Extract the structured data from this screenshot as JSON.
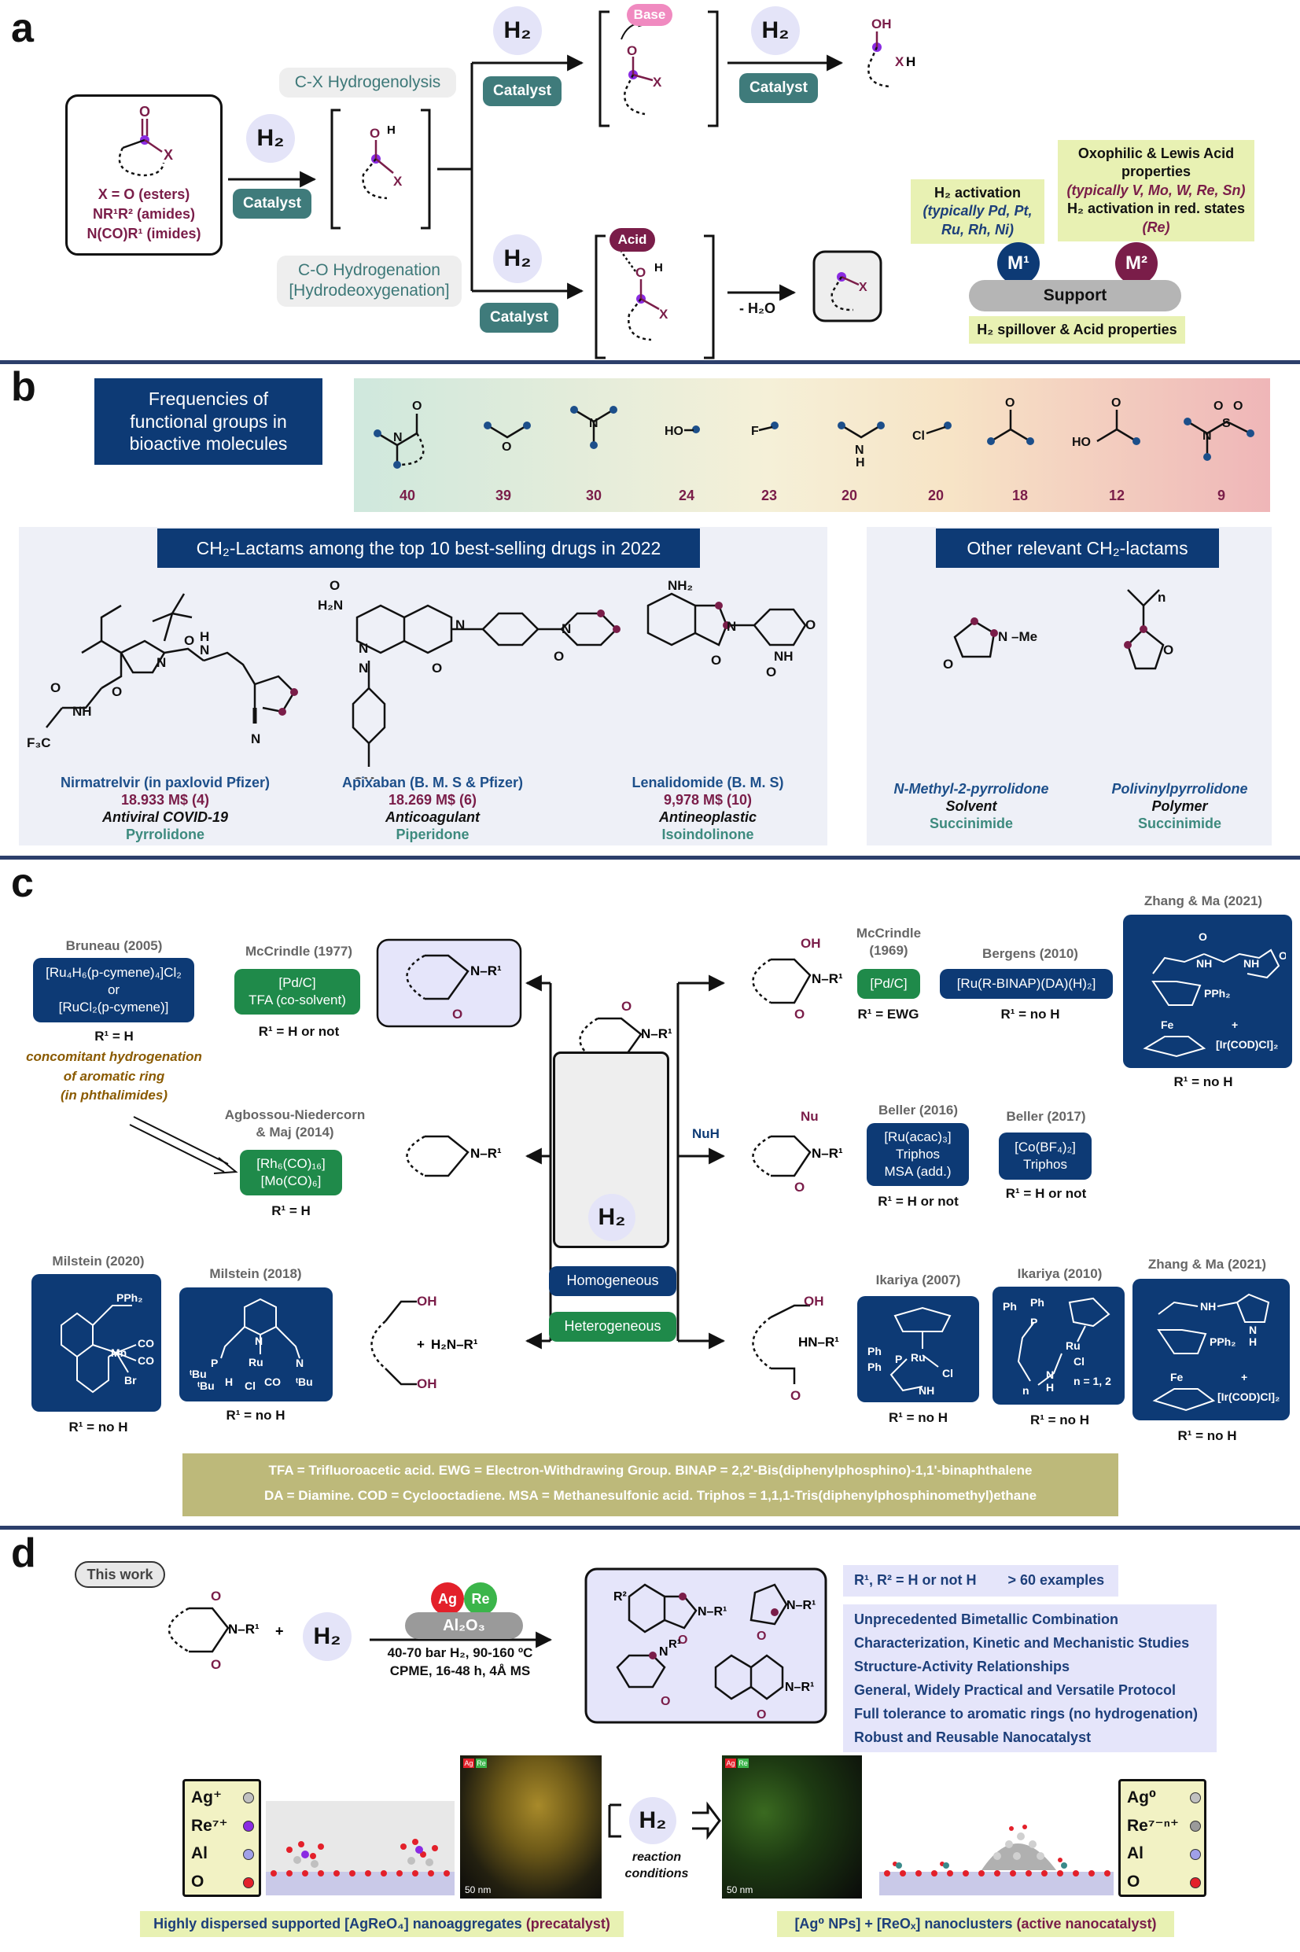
{
  "panel_a": {
    "letter": "a",
    "substrate": {
      "x_eq": "X = O (esters)",
      "amide": "NR¹R² (amides)",
      "imide": "N(CO)R¹ (imides)"
    },
    "h2": "H₂",
    "catalyst": "Catalyst",
    "cx_label": "C-X Hydrogenolysis",
    "co_label": "C-O Hydrogenation\n[Hydrodeoxygenation]",
    "base": "Base",
    "acid": "Acid",
    "minus_water": "- H₂O",
    "h2_activation": "H₂ activation",
    "h2_activation_metals": "(typically Pd, Pt, Ru, Rh, Ni)",
    "oxophilic": "Oxophilic & Lewis Acid properties",
    "oxophilic_metals": "(typically V, Mo, W, Re, Sn)",
    "h2_red_states": "H₂ activation in red. states",
    "re": "(Re)",
    "m1": "M¹",
    "m2": "M²",
    "support": "Support",
    "spillover": "H₂ spillover & Acid properties"
  },
  "panel_b": {
    "letter": "b",
    "freq_title": "Frequencies of functional groups in bioactive molecules",
    "frequencies": [
      "40",
      "39",
      "30",
      "24",
      "23",
      "20",
      "20",
      "18",
      "12",
      "9"
    ],
    "top10_title": "CH₂-Lactams among the top 10 best-selling drugs in 2022",
    "other_title": "Other relevant CH₂-lactams",
    "drugs": [
      {
        "name": "Nirmatrelvir (in paxlovid Pfizer)",
        "sales": "18.933 M$ (4)",
        "use": "Antiviral COVID-19",
        "class": "Pyrrolidone"
      },
      {
        "name": "Apixaban (B. M. S & Pfizer)",
        "sales": "18.269 M$ (6)",
        "use": "Anticoagulant",
        "class": "Piperidone"
      },
      {
        "name": "Lenalidomide (B. M. S)",
        "sales": "9,978 M$ (10)",
        "use": "Antineoplastic",
        "class": "Isoindolinone"
      }
    ],
    "others": [
      {
        "name": "N-Methyl-2-pyrrolidone",
        "use": "Solvent",
        "class": "Succinimide"
      },
      {
        "name": "Polivinylpyrrolidone",
        "use": "Polymer",
        "class": "Succinimide"
      }
    ]
  },
  "panel_c": {
    "letter": "c",
    "entries": {
      "bruneau": {
        "author": "Bruneau (2005)",
        "cat": "[Ru₄H₆(p-cymene)₄]Cl₂\nor\n[RuCl₂(p-cymene)]",
        "r": "R¹ = H",
        "note": "concomitant hydrogenation\nof aromatic ring\n(in phthalimides)"
      },
      "mccrindle77": {
        "author": "McCrindle (1977)",
        "cat": "[Pd/C]\nTFA (co-solvent)",
        "r": "R¹ = H or not"
      },
      "agbossou": {
        "author": "Agbossou-Niedercorn\n& Maj (2014)",
        "cat": "[Rh₆(CO)₁₆]\n[Mo(CO)₆]",
        "r": "R¹ = H"
      },
      "milstein2020": {
        "author": "Milstein (2020)",
        "r": "R¹ = no H"
      },
      "milstein2018": {
        "author": "Milstein (2018)",
        "r": "R¹ = no H"
      },
      "mccrindle69": {
        "author": "McCrindle\n(1969)",
        "cat": "[Pd/C]",
        "r": "R¹ = EWG"
      },
      "bergens": {
        "author": "Bergens (2010)",
        "cat": "[Ru(R-BINAP)(DA)(H)₂]",
        "r": "R¹ = no H"
      },
      "zhang1": {
        "author": "Zhang & Ma (2021)",
        "r": "R¹ = no H"
      },
      "beller2016": {
        "author": "Beller (2016)",
        "cat": "[Ru(acac)₃]\nTriphos\nMSA (add.)",
        "r": "R¹ = H or not"
      },
      "beller2017": {
        "author": "Beller (2017)",
        "cat": "[Co(BF₄)₂]\nTriphos",
        "r": "R¹ = H or not"
      },
      "ikariya2007": {
        "author": "Ikariya (2007)",
        "r": "R¹ = no H"
      },
      "ikariya2010": {
        "author": "Ikariya (2010)",
        "r": "R¹ = no H",
        "n": "n = 1, 2"
      },
      "zhang2": {
        "author": "Zhang & Ma (2021)",
        "r": "R¹ = no H"
      }
    },
    "center_h2": "H₂",
    "homogeneous": "Homogeneous",
    "heterogeneous": "Heterogeneous",
    "nuh": "NuH",
    "abbrev_line1": "TFA = Trifluoroacetic acid. EWG = Electron-Withdrawing Group. BINAP = 2,2'-Bis(diphenylphosphino)-1,1'-binaphthalene",
    "abbrev_line2": "DA = Diamine. COD = Cyclooctadiene.  MSA = Methanesulfonic acid. Triphos = 1,1,1-Tris(diphenylphosphinomethyl)ethane"
  },
  "panel_d": {
    "letter": "d",
    "this_work": "This work",
    "ag": "Ag",
    "re": "Re",
    "al2o3": "Al₂O₃",
    "conditions1": "40-70 bar H₂, 90-160 ºC",
    "conditions2": "CPME, 16-48 h, 4Å MS",
    "scope_r": "R¹, R² = H or not H",
    "scope_n": "> 60 examples",
    "features": [
      "Unprecedented Bimetallic Combination",
      "Characterization, Kinetic and Mechanistic Studies",
      "Structure-Activity Relationships",
      "General, Widely Practical and Versatile Protocol",
      "Full tolerance to aromatic rings (no hydrogenation)",
      "Robust and Reusable Nanocatalyst"
    ],
    "legend_pre": [
      "Ag⁺",
      "Re⁷⁺",
      "Al",
      "O"
    ],
    "legend_post": [
      "Ag⁰",
      "Re⁷⁻ⁿ⁺",
      "Al",
      "O"
    ],
    "reaction_conditions": "reaction\nconditions",
    "scale": "50 nm",
    "pre_caption": "Highly dispersed supported [AgReO₄] nanoaggregates",
    "pre_caption_tag": "(precatalyst)",
    "post_caption": "[Ag⁰ NPs] + [ReOₓ] nanoclusters",
    "post_caption_tag": "(active nanocatalyst)",
    "colors": {
      "ag": "#e3202a",
      "re": "#3bb54a",
      "navy": "#0d3a75",
      "maroon": "#7a1d49"
    }
  }
}
